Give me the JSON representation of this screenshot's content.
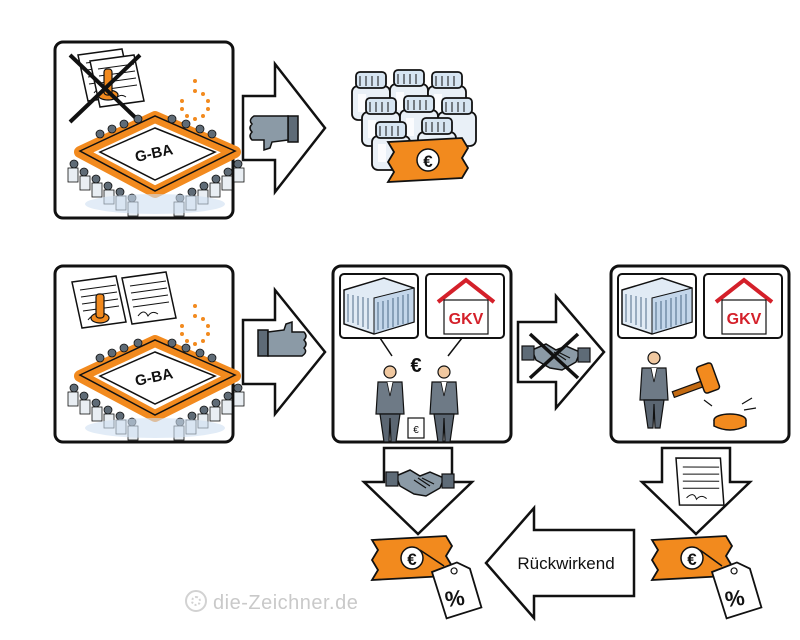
{
  "gba_table_label": "G-BA",
  "euro_symbol": "€",
  "percent_symbol": "%",
  "arrow_left_label": "Rückwirkend",
  "watermark_text": "die-Zeichner.de",
  "colors": {
    "orange": "#f28a1e",
    "orange_light": "#fbb36a",
    "outline": "#111111",
    "blue_light": "#cfe0f2",
    "red_brand": "#d4202a",
    "grey_suit": "#6e7a86",
    "hand": "#8b9aa6"
  }
}
